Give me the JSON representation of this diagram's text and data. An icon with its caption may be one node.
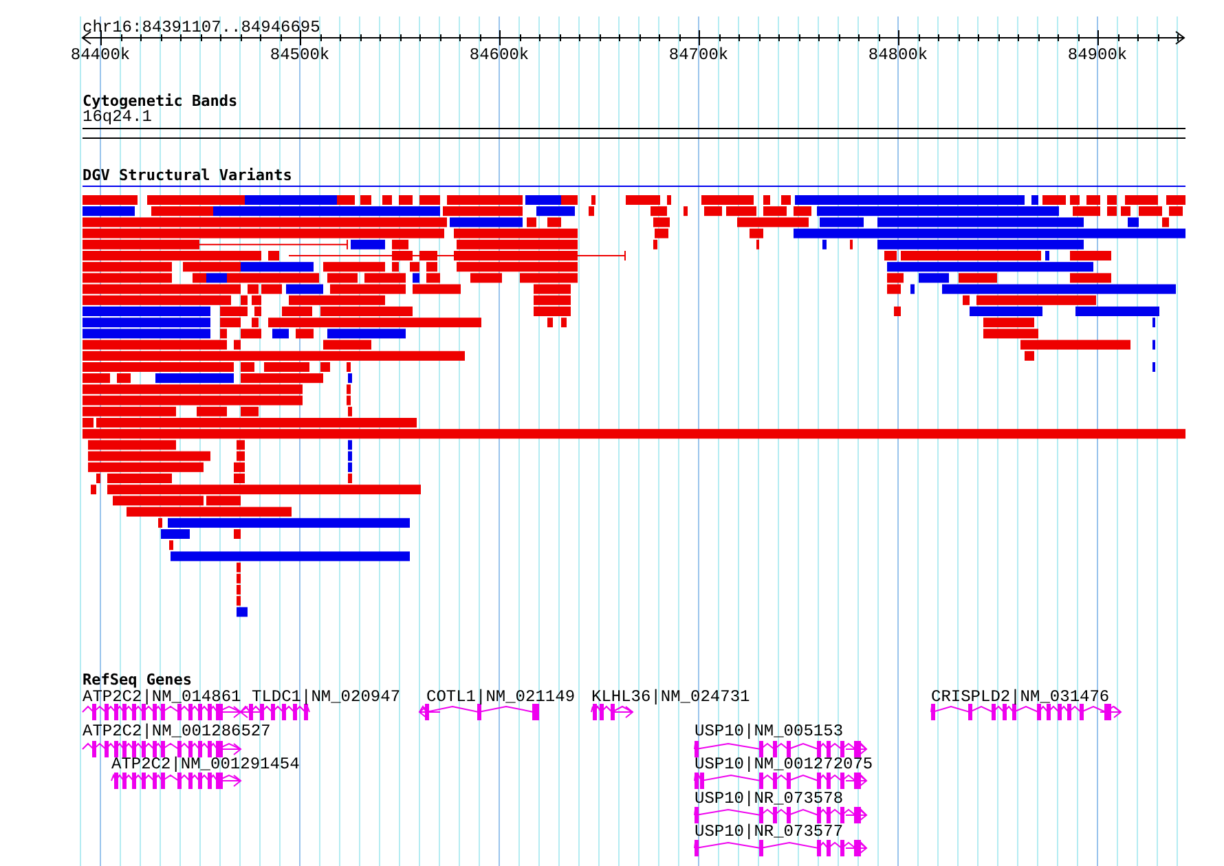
{
  "diagram": {
    "title": "chr16:84391107..84946695",
    "labels": [
      "84400k",
      "84500k",
      "84600k",
      "84700k",
      "84800k",
      "84900k",
      "Cytogenetic Bands",
      "16q24.1",
      "DGV Structural Variants",
      "RefSeq Genes",
      "ATP2C2|NM_014861",
      "TLDC1|NM_020947",
      "COTL1|NM_021149",
      "KLHL36|NM_024731",
      "CRISPLD2|NM_031476",
      "ATP2C2|NM_001286527",
      "USP10|NM_005153",
      "ATP2C2|NM_001291454",
      "USP10|NM_001272075",
      "USP10|NR_073578",
      "USP10|NR_073577"
    ]
  }
}
